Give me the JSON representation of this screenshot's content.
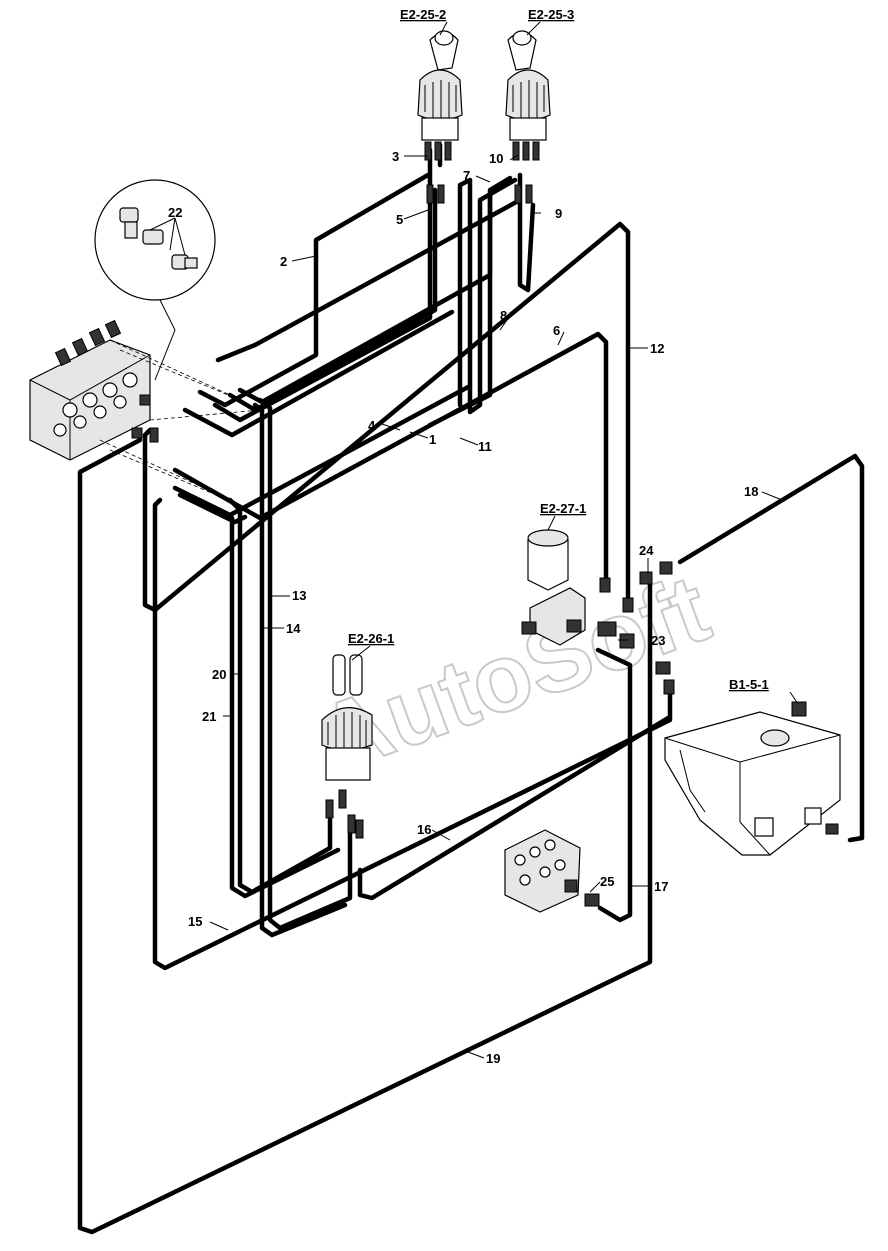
{
  "watermark": "AutoSoft",
  "component_refs": {
    "joystick_left": "E2-25-2",
    "joystick_right": "E2-25-3",
    "valve_block": "E2-27-1",
    "pilot_joystick": "E2-26-1",
    "tank": "B1-5-1"
  },
  "item_numbers": {
    "n1": "1",
    "n2": "2",
    "n3": "3",
    "n4": "4",
    "n5": "5",
    "n6": "6",
    "n7": "7",
    "n8": "8",
    "n9": "9",
    "n10": "10",
    "n11": "11",
    "n12": "12",
    "n13": "13",
    "n14": "14",
    "n15": "15",
    "n16": "16",
    "n17": "17",
    "n18": "18",
    "n19": "19",
    "n20": "20",
    "n21": "21",
    "n22": "22",
    "n23": "23",
    "n24": "24",
    "n25": "25"
  },
  "icons": [
    "joystick-icon",
    "control-valve-icon",
    "solenoid-valve-icon",
    "hydraulic-tank-icon",
    "fitting-icon"
  ]
}
